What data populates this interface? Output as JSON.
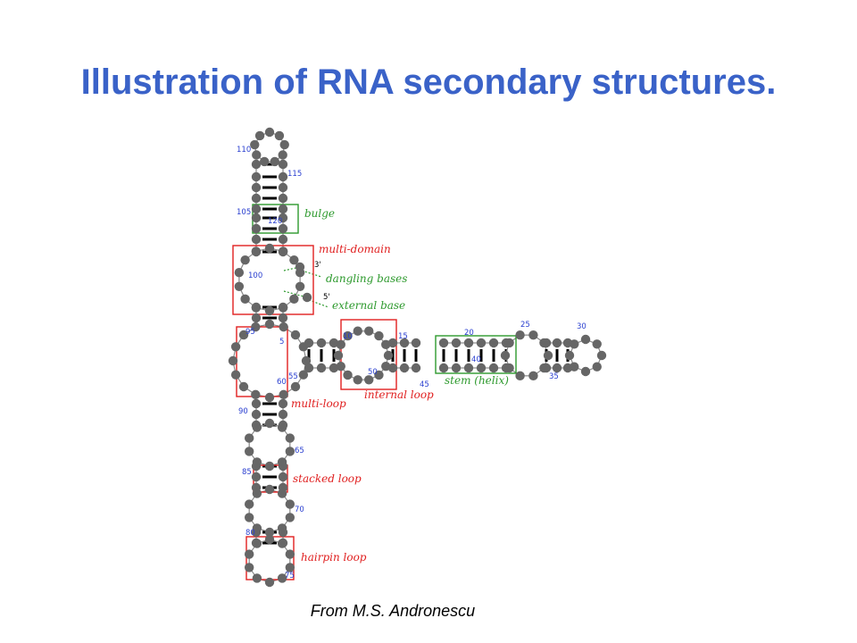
{
  "title": "Illustration of RNA secondary structures.",
  "caption": "From M.S. Andronescu",
  "labels": {
    "bulge": "bulge",
    "multi_domain": "multi-domain",
    "dangling_bases": "dangling bases",
    "external_base": "external base",
    "multi_loop": "multi-loop",
    "internal_loop": "internal loop",
    "stem_helix": "stem (helix)",
    "stacked_loop": "stacked loop",
    "hairpin_loop": "hairpin loop"
  },
  "ends": {
    "three_prime": "3'",
    "five_prime": "5'"
  },
  "positions": {
    "n110": "110",
    "n115": "115",
    "n105": "105",
    "n120": "120",
    "n100": "100",
    "n95": "95",
    "n5": "5",
    "n55": "55",
    "n60": "60",
    "n90": "90",
    "n65": "65",
    "n85": "85",
    "n70": "70",
    "n80": "80",
    "n75": "75",
    "n10": "10",
    "n50": "50",
    "n15": "15",
    "n45": "45",
    "n20": "20",
    "n40": "40",
    "n25": "25",
    "n35": "35",
    "n30": "30"
  },
  "colors": {
    "title": "#3a62c8",
    "base": "#666666",
    "pair": "#000000",
    "red_box": "#e02020",
    "green_box": "#2e9a2e",
    "number": "#2a3fd0"
  }
}
